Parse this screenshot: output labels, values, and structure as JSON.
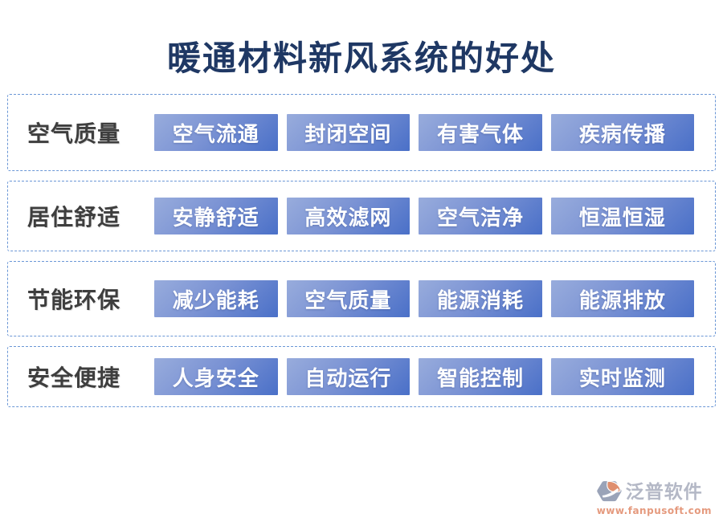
{
  "title": "暖通材料新风系统的好处",
  "rows": [
    {
      "label": "空气质量",
      "items": [
        "空气流通",
        "封闭空间",
        "有害气体",
        "疾病传播"
      ]
    },
    {
      "label": "居住舒适",
      "items": [
        "安静舒适",
        "高效滤网",
        "空气洁净",
        "恒温恒湿"
      ]
    },
    {
      "label": "节能环保",
      "items": [
        "减少能耗",
        "空气质量",
        "能源消耗",
        "能源排放"
      ]
    },
    {
      "label": "安全便捷",
      "items": [
        "人身安全",
        "自动运行",
        "智能控制",
        "实时监测"
      ]
    }
  ],
  "footer": {
    "brand": "泛普软件",
    "website": "www.fanpusoft.com"
  },
  "colors": {
    "title_navy": "#1f3864",
    "tag_gradient_light": "#98acdc",
    "tag_gradient_dark": "#4a70c8",
    "dashed_border_blue": "#6b97d6",
    "label_gray": "#3e3e3e",
    "brand_gray": "#b4b8c6",
    "brand_orange": "#e59a7e"
  }
}
